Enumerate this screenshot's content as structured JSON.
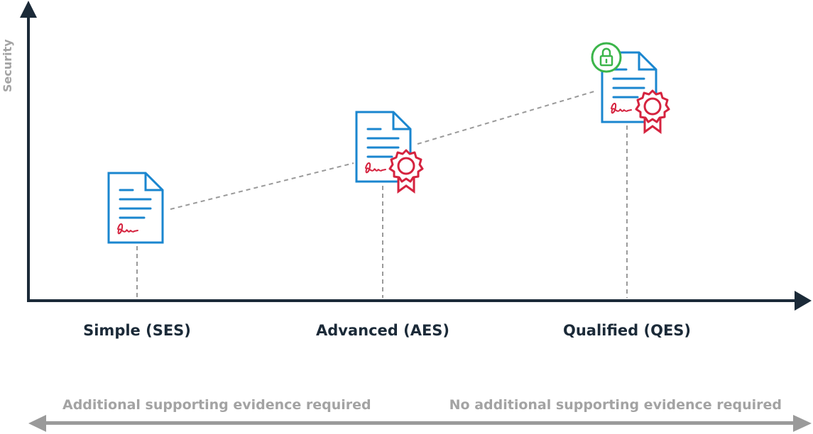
{
  "y_axis_label": "Security",
  "levels": [
    {
      "label": "Simple (SES)",
      "has_seal": false,
      "has_lock": false
    },
    {
      "label": "Advanced (AES)",
      "has_seal": true,
      "has_lock": false
    },
    {
      "label": "Qualified (QES)",
      "has_seal": true,
      "has_lock": true
    }
  ],
  "evidence": {
    "left_label": "Additional supporting evidence required",
    "right_label": "No additional supporting evidence required"
  },
  "icons": {
    "document": "signed-document-icon",
    "seal": "certification-seal-icon",
    "lock": "padlock-icon"
  },
  "colors": {
    "axis": "#1b2a38",
    "document": "#1a86cf",
    "signature_and_seal": "#d5233f",
    "lock": "#3bb54a",
    "guide": "#9a9a9a",
    "level_label": "#1b2a38",
    "muted": "#a3a3a3",
    "evidence_arrow": "#9a9a9a"
  }
}
